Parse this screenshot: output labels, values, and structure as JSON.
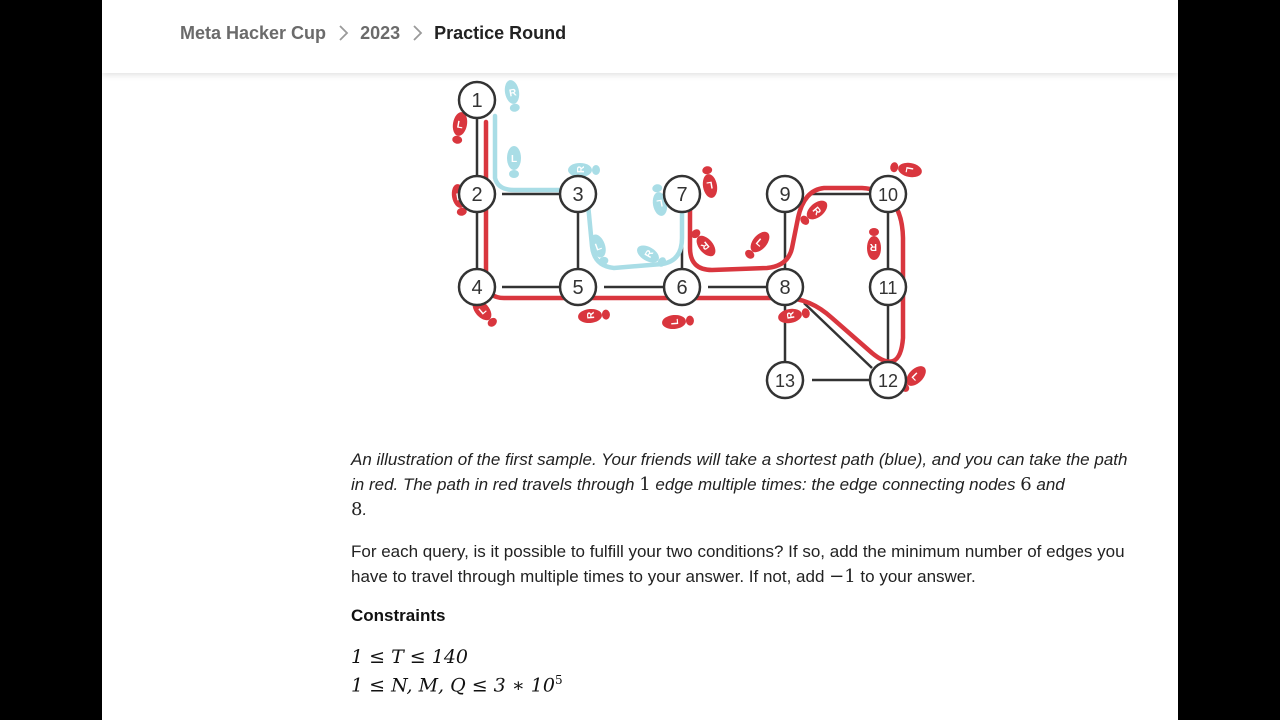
{
  "breadcrumb": {
    "items": [
      "Meta Hacker Cup",
      "2023",
      "Practice Round"
    ]
  },
  "figure": {
    "nodes": [
      "1",
      "2",
      "3",
      "4",
      "5",
      "6",
      "7",
      "8",
      "9",
      "10",
      "11",
      "12",
      "13"
    ],
    "foot_labels": {
      "left": "L",
      "right": "R"
    },
    "colors": {
      "your_path": "#d9363e",
      "friends_path": "#a9dde6",
      "edges": "#333333"
    }
  },
  "caption": {
    "part1": "An illustration of the first sample. Your friends will take a shortest path (blue), and you can take the path in red. The path in red travels through ",
    "math1": "1",
    "part2": " edge multiple times: the edge connecting nodes ",
    "math2": "6",
    "part3": " and ",
    "math3": "8",
    "part4": "."
  },
  "question": {
    "part1": "For each query, is it possible to fulfill your two conditions? If so, add the minimum number of edges you have to travel through multiple times to your answer. If not, add ",
    "math": "−1",
    "part2": " to your answer."
  },
  "constraints": {
    "heading": "Constraints",
    "line1": "1 ≤ T ≤ 140",
    "line2_main": "1 ≤ N, M, Q ≤ 3 ∗ 10",
    "line2_exp": "5"
  }
}
